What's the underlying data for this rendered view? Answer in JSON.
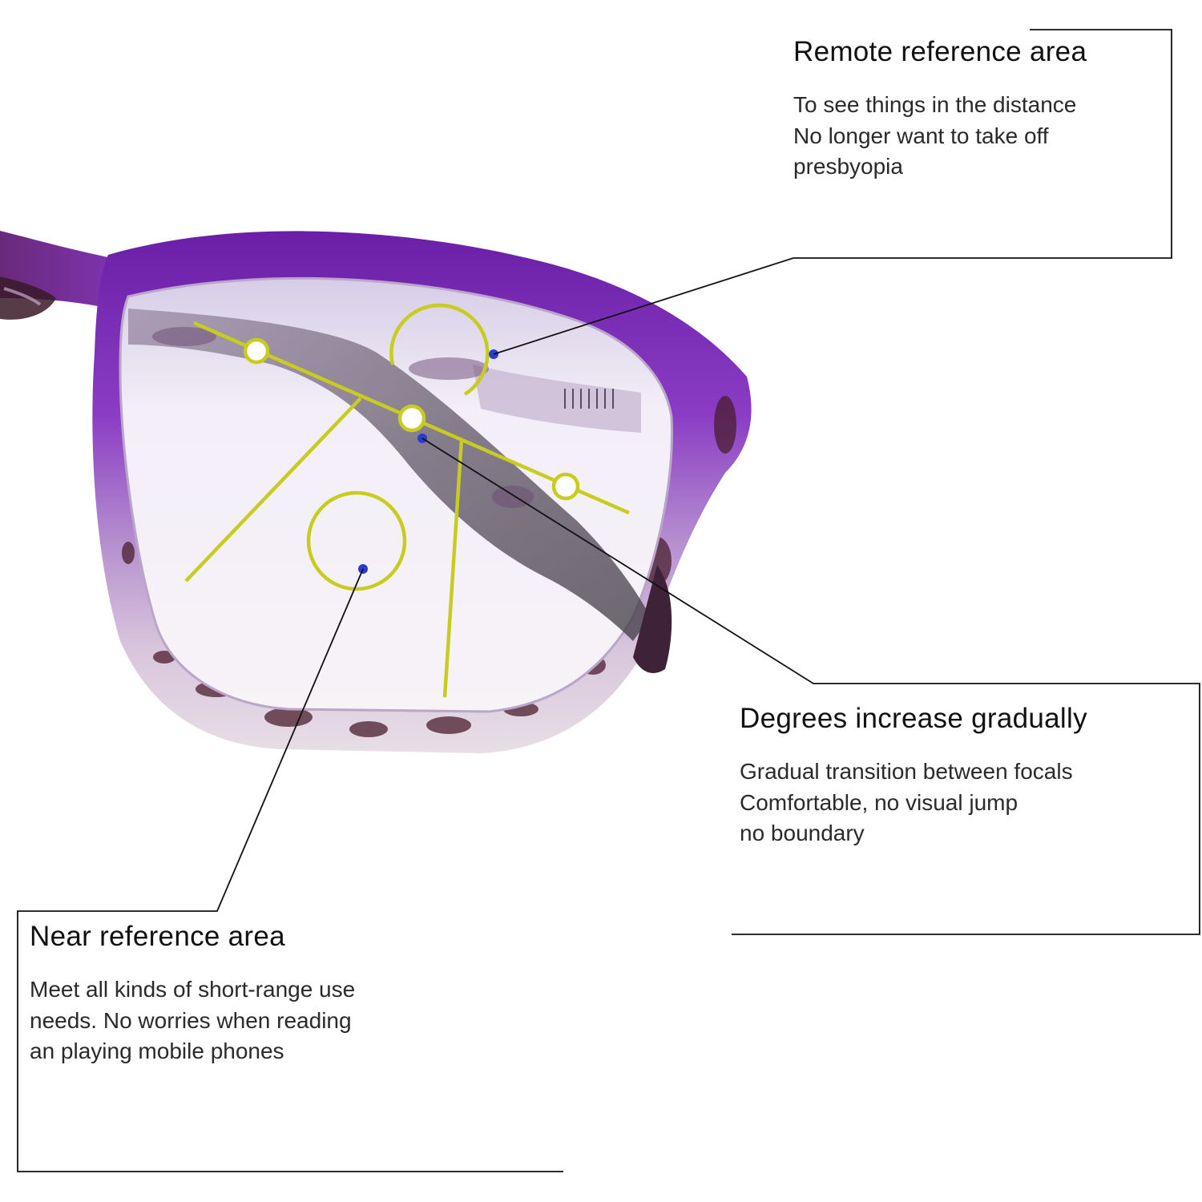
{
  "callouts": {
    "remote": {
      "title": "Remote reference area",
      "lines": [
        "To see things in the distance",
        "No longer want to take off",
        "presbyopia"
      ]
    },
    "degrees": {
      "title": "Degrees increase gradually",
      "lines": [
        "Gradual transition between focals",
        "Comfortable, no visual jump",
        "no boundary"
      ]
    },
    "near": {
      "title": "Near reference area",
      "lines": [
        "Meet all kinds of short-range use",
        "needs. No worries when reading",
        "an playing mobile phones"
      ]
    }
  },
  "colors": {
    "frame_purple": "#7a2fb0",
    "frame_tortoise": "#4a1e2e",
    "zone_guide_yellow": "#c8cc1e",
    "marker_dot_blue": "#2a3bd0",
    "leader_line": "#111111",
    "text": "#111111"
  },
  "icons": {
    "glasses": "progressive-reading-glasses-illustration"
  }
}
